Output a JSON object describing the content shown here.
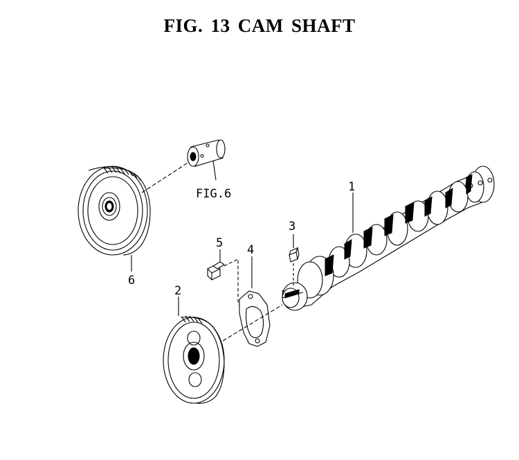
{
  "title": "FIG. 13  CAM SHAFT",
  "callouts": {
    "part1": "1",
    "part2": "2",
    "part3": "3",
    "part4": "4",
    "part5": "5",
    "part6": "6",
    "fig_ref": "FIG.6"
  }
}
